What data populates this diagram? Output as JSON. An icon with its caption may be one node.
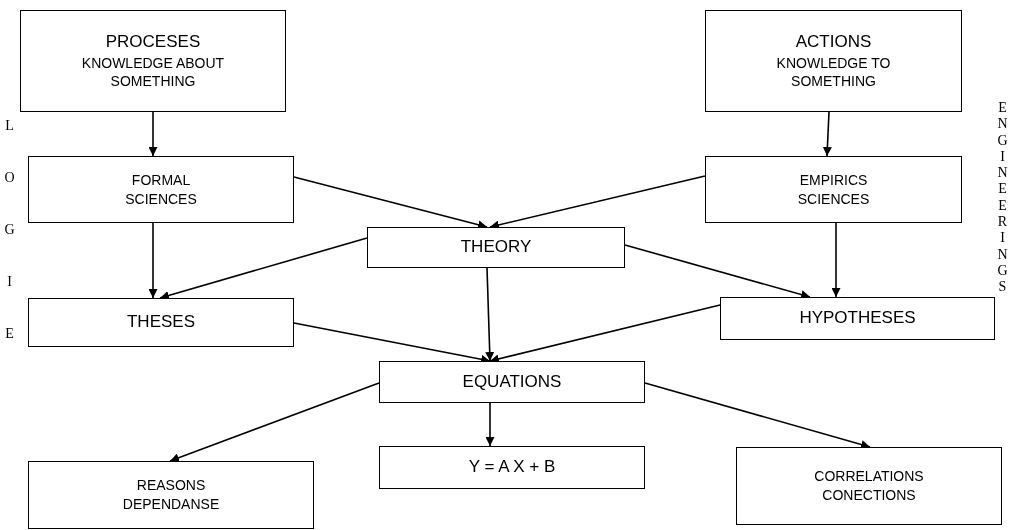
{
  "diagram": {
    "nodes": [
      {
        "text": [
          "PROCESES",
          "KNOWLEDGE ABOUT SOMETHING"
        ]
      },
      {
        "text": [
          "ACTIONS",
          "KNOWLEDGE TO SOMETHING"
        ]
      },
      {
        "text": [
          "FORMAL SCIENCES"
        ]
      },
      {
        "text": [
          "EMPIRICS SCIENCES"
        ]
      },
      {
        "text": [
          "THEORY"
        ]
      },
      {
        "text": [
          "THESES"
        ]
      },
      {
        "text": [
          "HYPOTHESES"
        ]
      },
      {
        "text": [
          "EQUATIONS"
        ]
      },
      {
        "text": [
          "REASONS DEPENDANSE"
        ]
      },
      {
        "text": [
          "Y = A X + B"
        ]
      },
      {
        "text": [
          "CORRELATIONS CONECTIONS"
        ]
      }
    ],
    "edges": [
      {
        "from": 0,
        "to": 2,
        "arrow": "to"
      },
      {
        "from": 1,
        "to": 3,
        "arrow": "to"
      },
      {
        "from": 2,
        "to": 4,
        "arrow": "to"
      },
      {
        "from": 3,
        "to": 4,
        "arrow": "to"
      },
      {
        "from": 4,
        "to": 5,
        "arrow": "to"
      },
      {
        "from": 4,
        "to": 6,
        "arrow": "to"
      },
      {
        "from": 2,
        "to": 5,
        "arrow": "to"
      },
      {
        "from": 3,
        "to": 6,
        "arrow": "to"
      },
      {
        "from": 4,
        "to": 7,
        "arrow": "to"
      },
      {
        "from": 5,
        "to": 7,
        "arrow": "to"
      },
      {
        "from": 6,
        "to": 7,
        "arrow": "to"
      },
      {
        "from": 7,
        "to": 8,
        "arrow": "to"
      },
      {
        "from": 7,
        "to": 9,
        "arrow": "to"
      },
      {
        "from": 7,
        "to": 10,
        "arrow": "to"
      }
    ],
    "labels": [
      "LOGIE",
      "ENGINEERINGS"
    ]
  }
}
